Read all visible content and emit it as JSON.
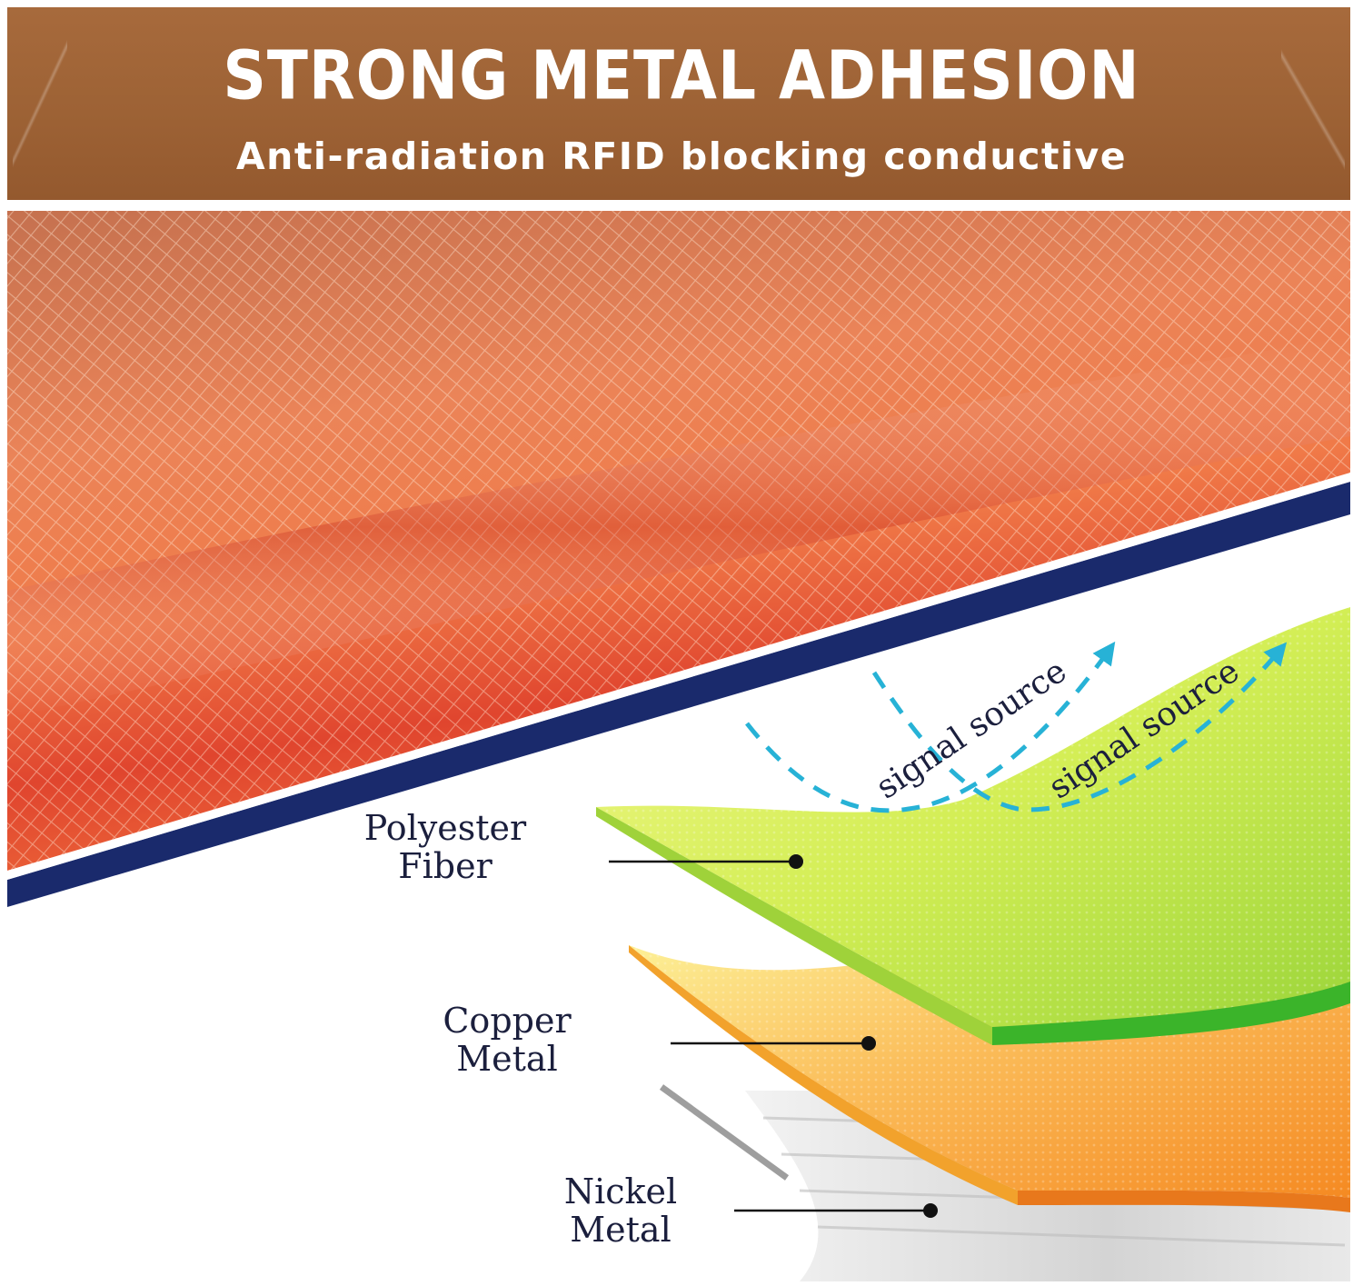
{
  "banner": {
    "title": "STRONG METAL ADHESION",
    "subtitle": "Anti-radiation RFID blocking conductive"
  },
  "signals": [
    {
      "label": "signal source"
    },
    {
      "label": "signal source"
    }
  ],
  "layers": [
    {
      "line1": "Polyester",
      "line2": "Fiber"
    },
    {
      "line1": "Copper",
      "line2": "Metal"
    },
    {
      "line1": "Nickel",
      "line2": "Metal"
    }
  ],
  "colors": {
    "banner_brown": "#9d6235",
    "fabric_orange": "#ee6a3a",
    "divider_navy": "#1a2a6c",
    "polyester_green": "#c8ea40",
    "copper_orange": "#f7a436",
    "nickel_gray": "#cfcfcf",
    "signal_cyan": "#27b2d6",
    "label_text": "#1b1f3d"
  }
}
